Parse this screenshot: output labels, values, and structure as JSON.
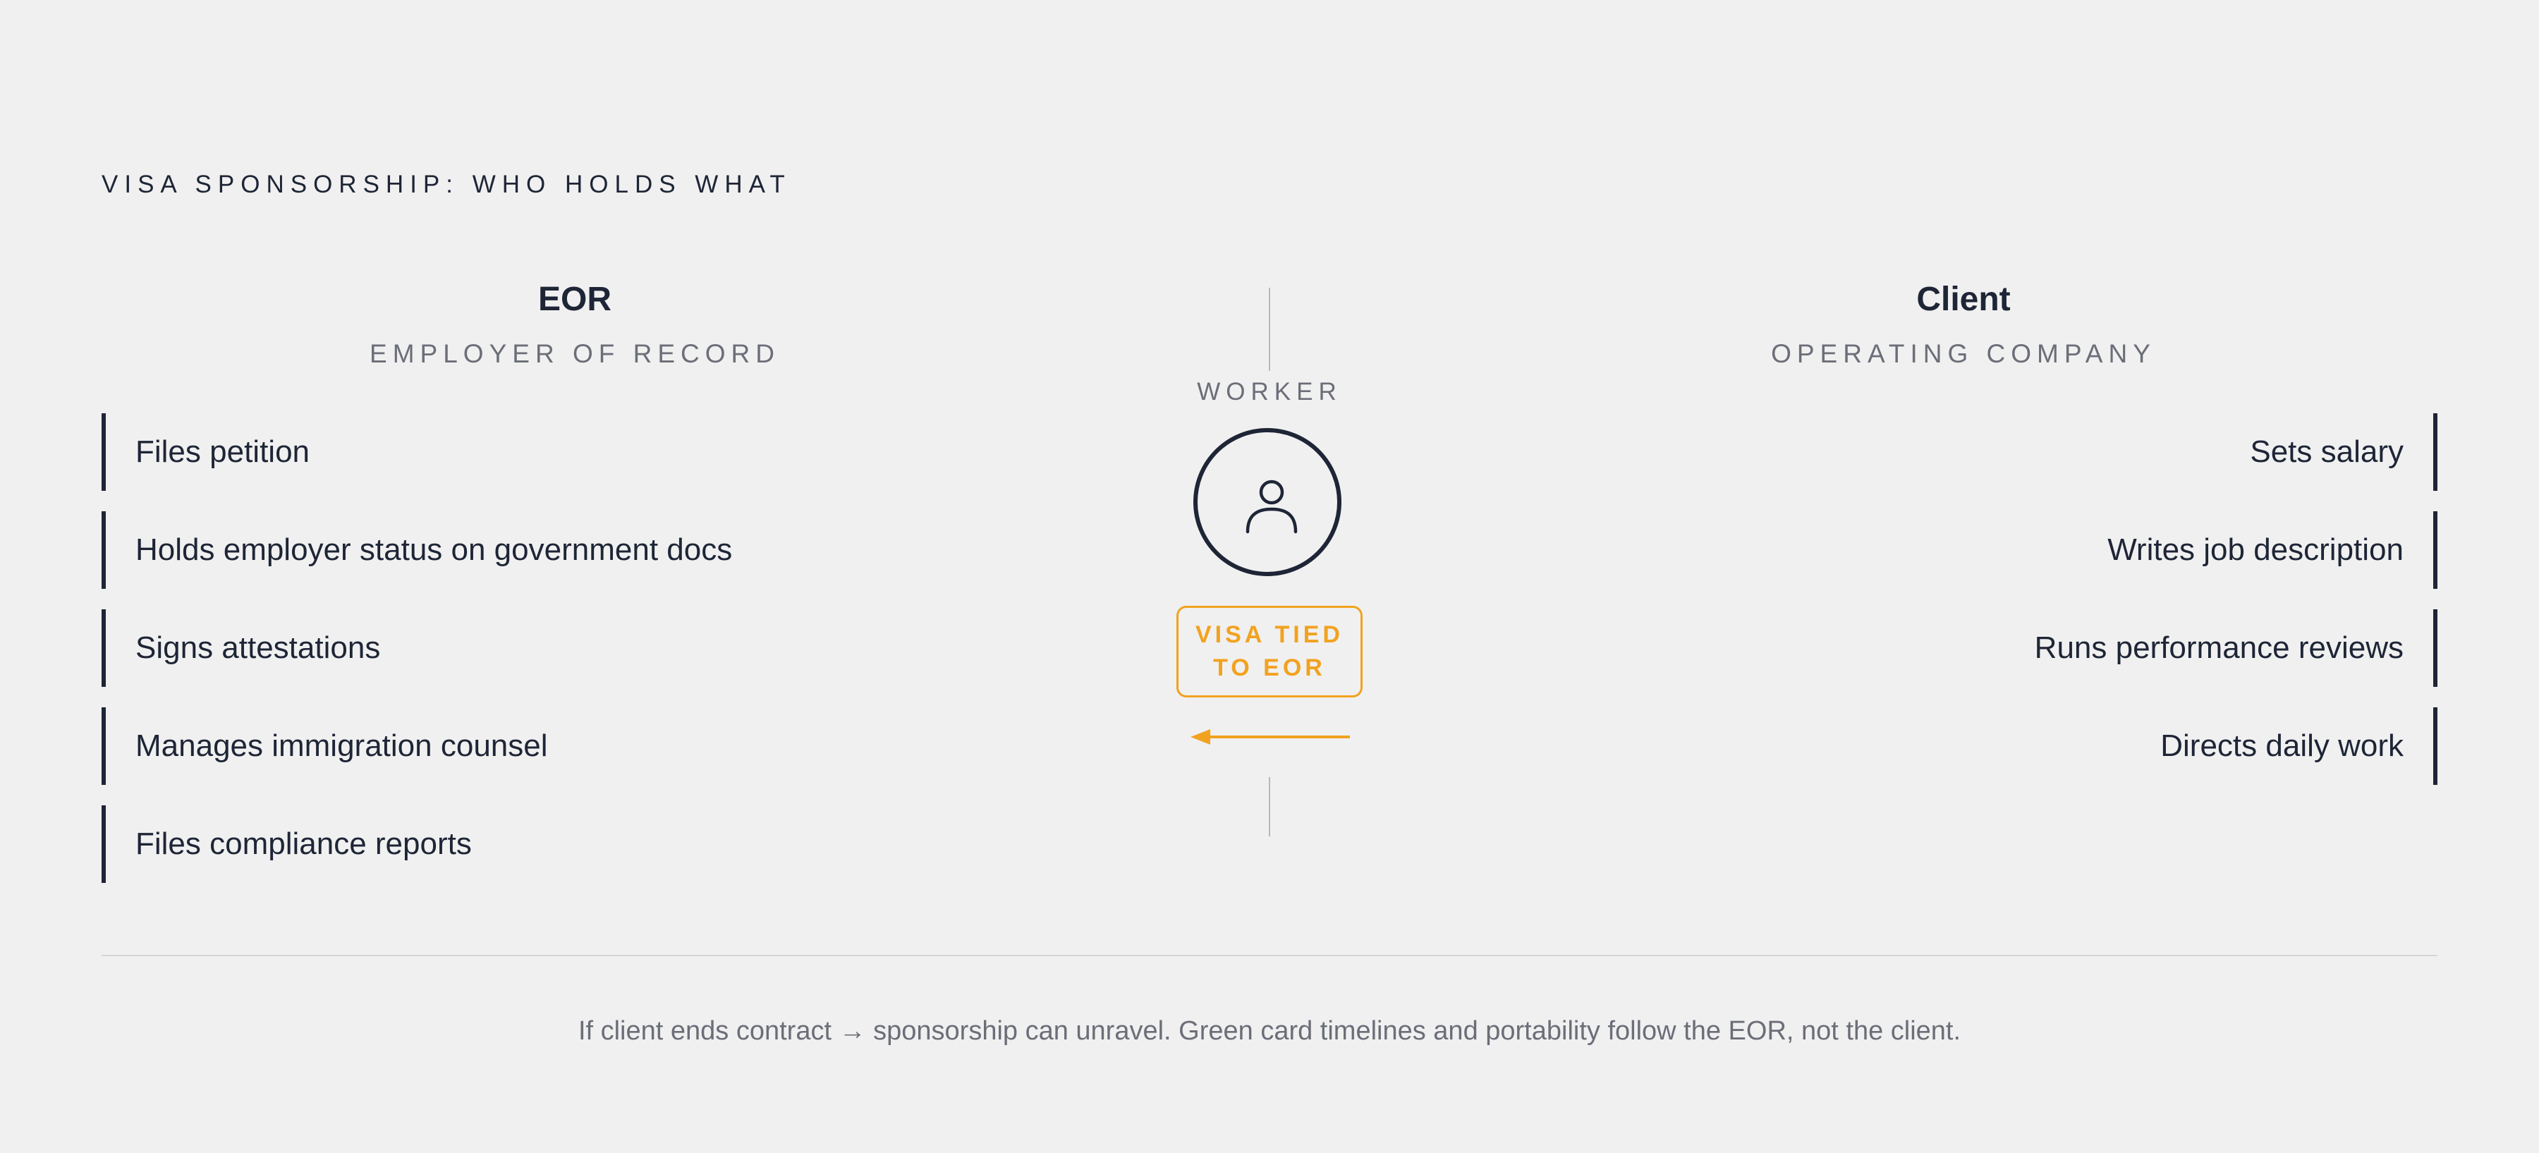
{
  "eyebrow": "VISA SPONSORSHIP: WHO HOLDS WHAT",
  "left_column": {
    "title": "EOR",
    "subtitle": "EMPLOYER OF RECORD",
    "items": [
      "Files petition",
      "Holds employer status on government docs",
      "Signs attestations",
      "Manages immigration counsel",
      "Files compliance reports"
    ]
  },
  "right_column": {
    "title": "Client",
    "subtitle": "OPERATING COMPANY",
    "items": [
      "Sets salary",
      "Writes job description",
      "Runs performance reviews",
      "Directs daily work"
    ]
  },
  "center": {
    "label": "WORKER",
    "icon": "person-icon",
    "badge": "VISA TIED TO EOR",
    "arrow_direction": "left"
  },
  "footnote": "If client ends contract → sponsorship can unravel. Green card timelines and portability follow the EOR, not the client.",
  "colors": {
    "background": "#f0f0f0",
    "ink": "#1e2536",
    "muted": "#6b6e78",
    "accent": "#f2a21f",
    "rule": "#b8b8b8"
  }
}
